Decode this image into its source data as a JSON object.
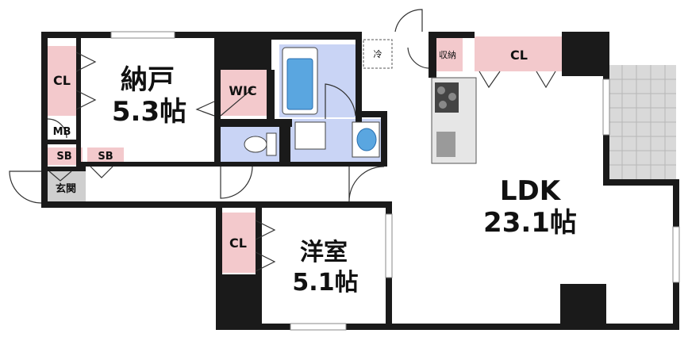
{
  "rooms": {
    "storage_room": {
      "name": "納戸",
      "size": "5.3帖"
    },
    "ldk": {
      "name": "LDK",
      "size": "23.1帖"
    },
    "western_room": {
      "name": "洋室",
      "size": "5.1帖"
    }
  },
  "labels": {
    "cl_storage": "CL",
    "wic": "WIC",
    "mb": "MB",
    "sb_1": "SB",
    "sb_2": "SB",
    "entrance": "玄関",
    "fridge": "冷",
    "shuno": "収納",
    "cl_kitchen": "CL",
    "cl_western": "CL"
  },
  "colors": {
    "wall": "#1a1a1a",
    "closet": "#f3c9cc",
    "wet_area": "#c9d4f5",
    "balcony": "#d9d9d9",
    "entrance": "#cfcfcf",
    "kitchen": "#b5b5b5"
  }
}
